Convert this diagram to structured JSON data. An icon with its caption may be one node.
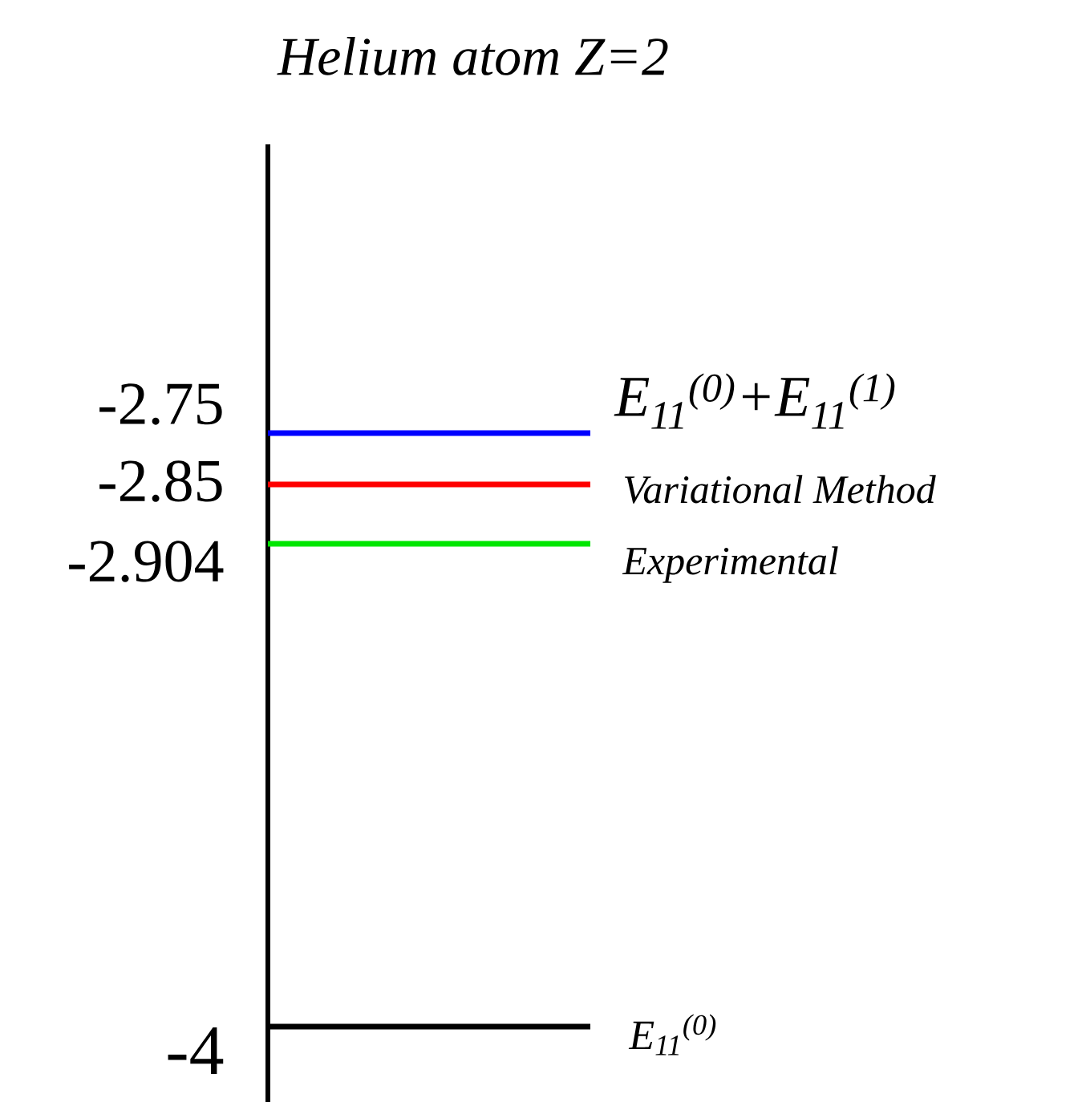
{
  "diagram": {
    "title": "Helium atom Z=2",
    "labels": [
      "-2.75",
      "E$_{11}$$^{(0)}$+E$_{11}$$^{(1)}$",
      "-2.85",
      "Variational Method",
      "-2.904",
      "Experimental",
      "-4",
      "E$_{11}$$^{(0)}$"
    ]
  }
}
